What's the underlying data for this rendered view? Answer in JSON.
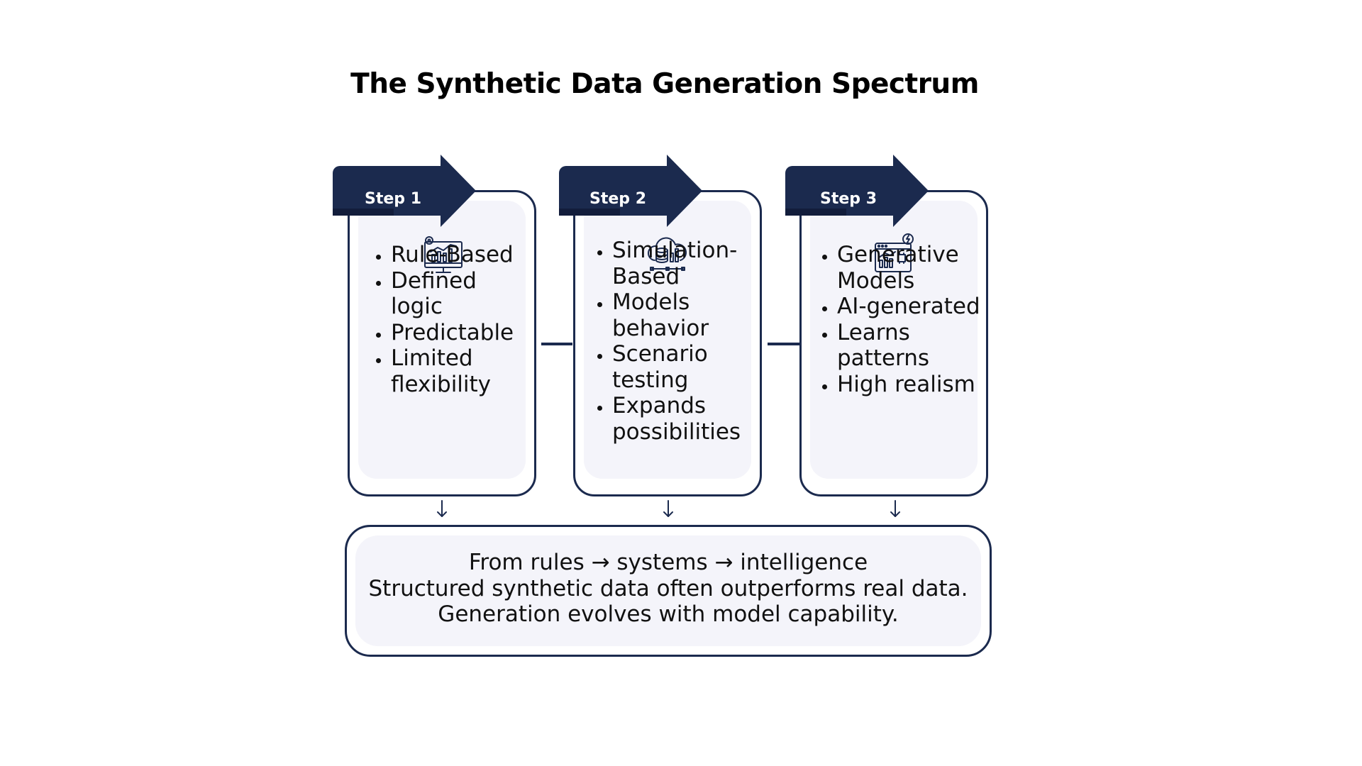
{
  "title": "The Synthetic Data Generation Spectrum",
  "colors": {
    "navy": "#1b2a4e",
    "panel": "#f4f4fa",
    "text": "#111111"
  },
  "steps": [
    {
      "label": "Step 1",
      "icon": "monitor-chart-gear-icon",
      "bullets": [
        "Rule-Based",
        "Defined logic",
        "Predictable",
        "Limited flexibility"
      ]
    },
    {
      "label": "Step 2",
      "icon": "cloud-database-chart-icon",
      "bullets": [
        "Simulation-Based",
        "Models behavior",
        "Scenario testing",
        "Expands possibilities"
      ]
    },
    {
      "label": "Step 3",
      "icon": "browser-chart-chip-icon",
      "bullets": [
        "Generative Models",
        "AI-generated",
        "Learns patterns",
        "High realism"
      ]
    }
  ],
  "summary": {
    "line1": "From rules → systems → intelligence",
    "line2": "Structured synthetic data often outperforms real data.",
    "line3": "Generation evolves with model capability."
  }
}
